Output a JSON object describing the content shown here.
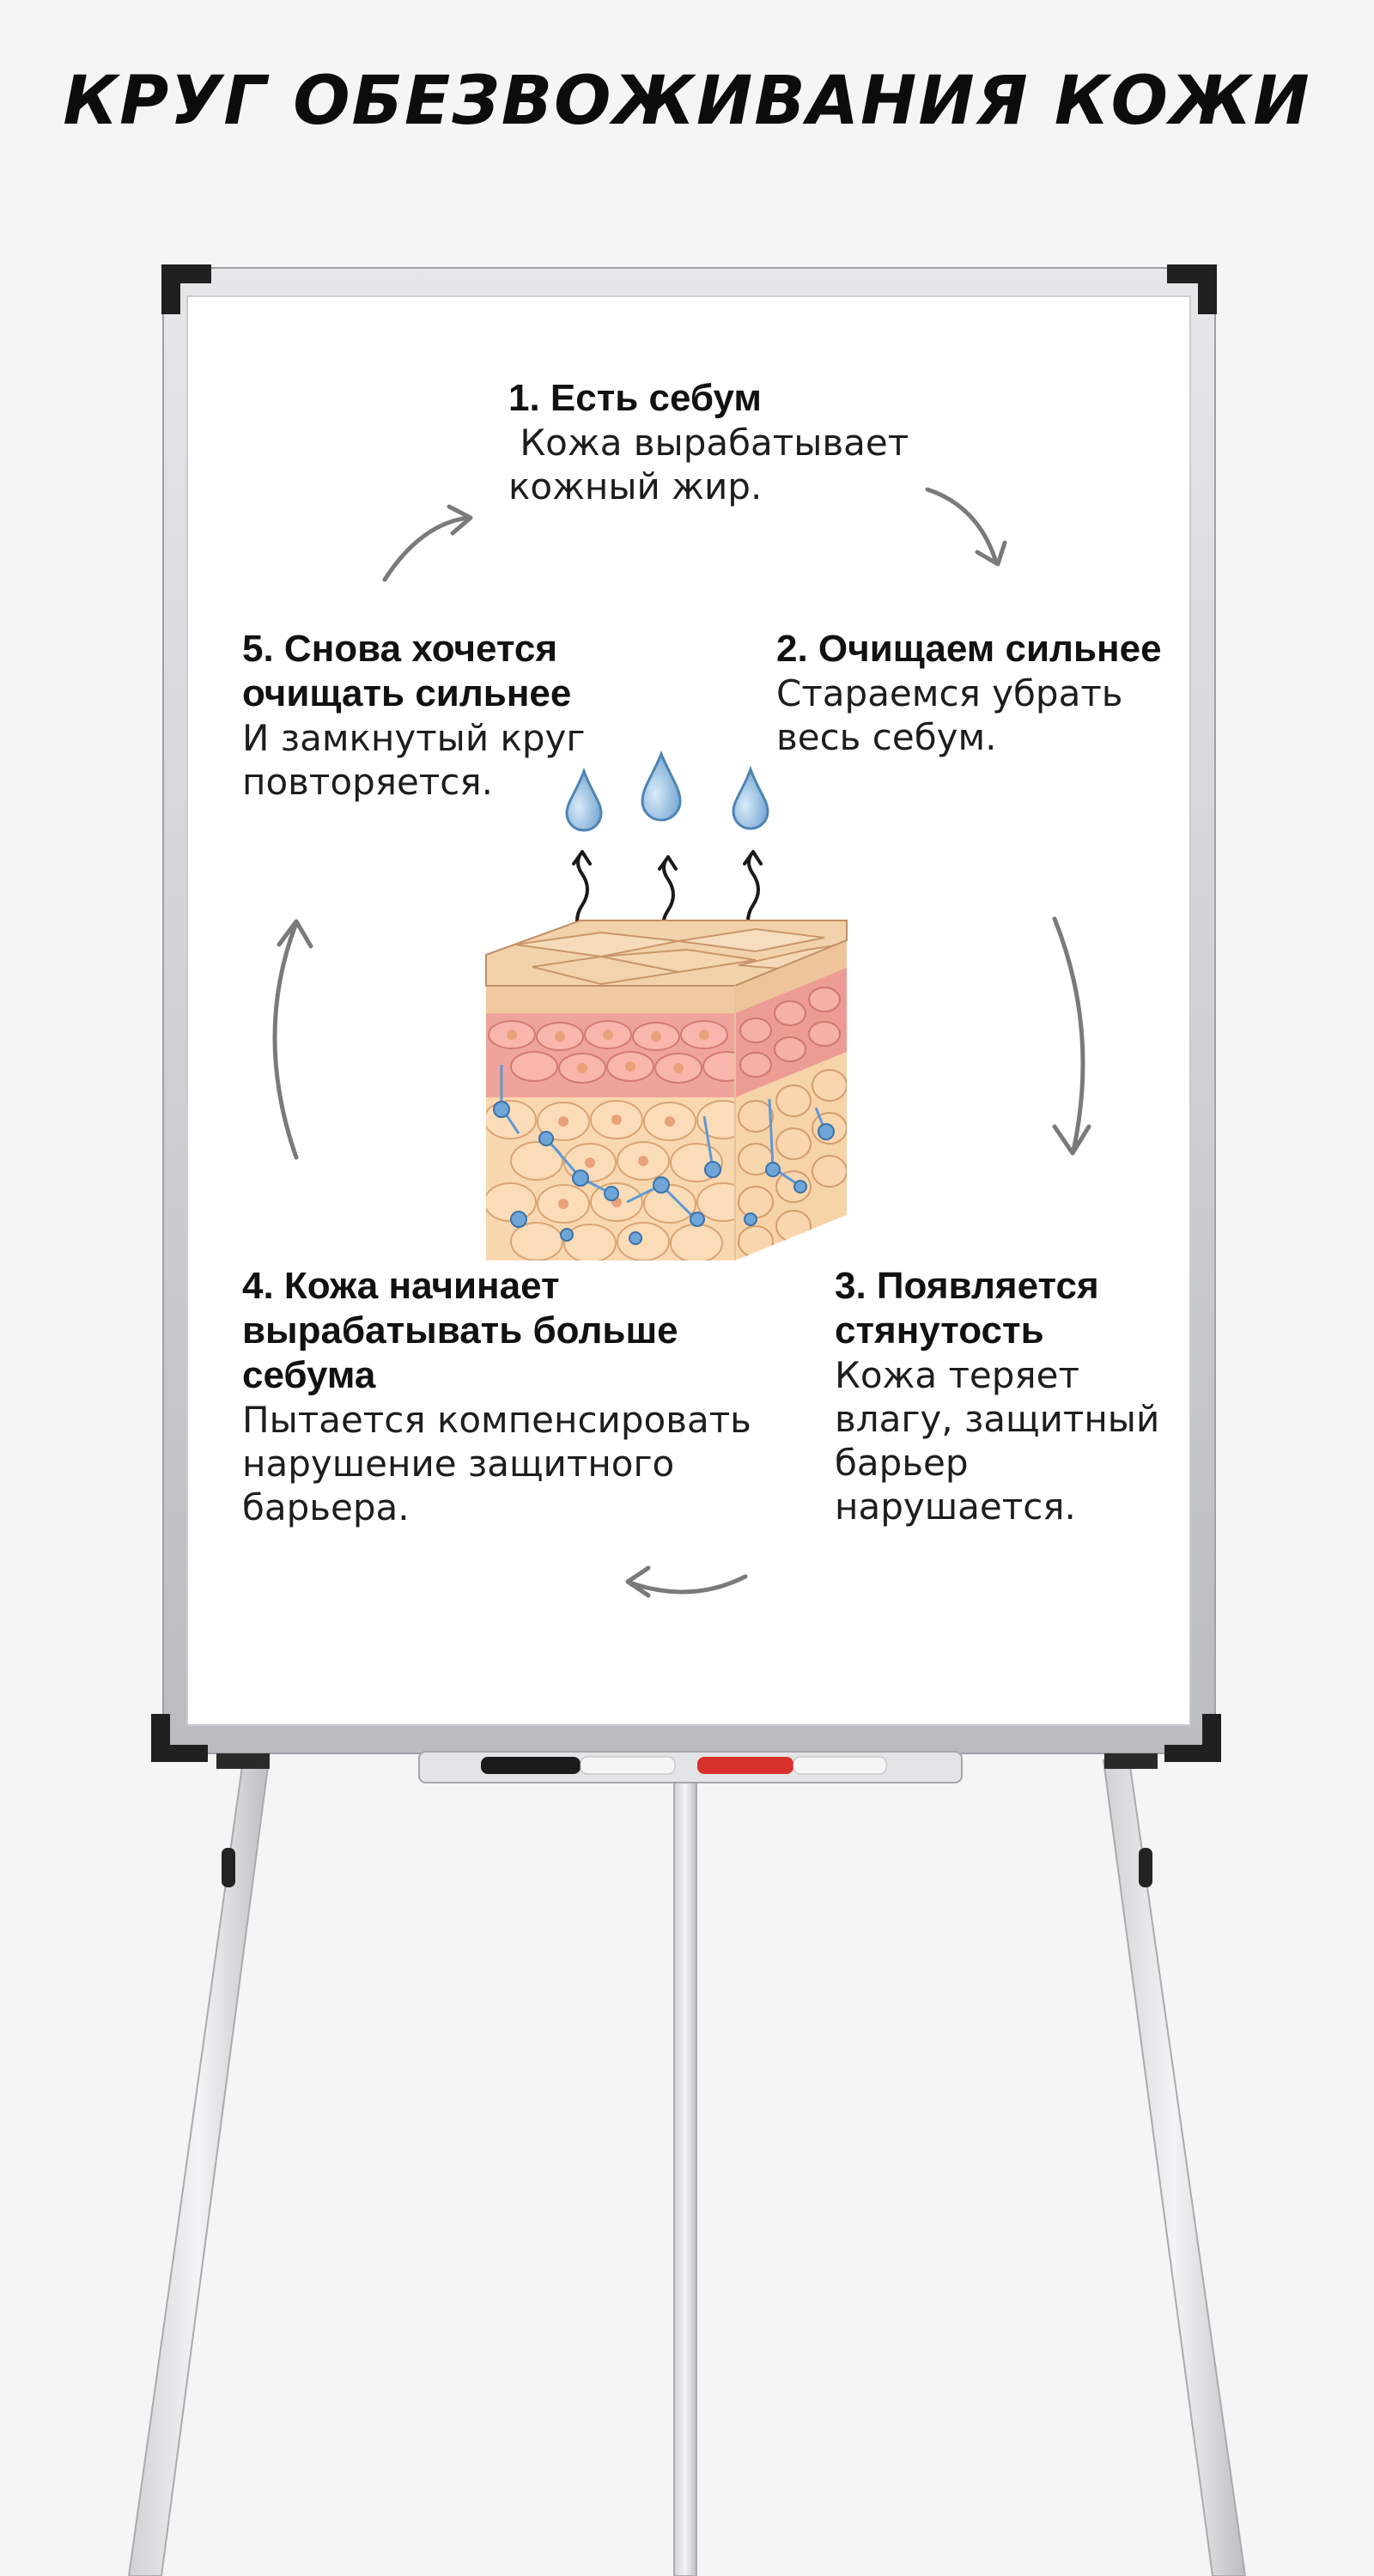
{
  "title": "Круг обезвоживания кожи",
  "steps": [
    {
      "title": "1. Есть себум",
      "body": " Кожа вырабатывает кожный жир."
    },
    {
      "title": "2. Очищаем сильнее",
      "body": "Стараемся убрать весь себум."
    },
    {
      "title": "3. Появляется стянутость",
      "body": "Кожа теряет влагу, защитный барьер нарушается."
    },
    {
      "title": "4. Кожа начинает вырабатывать больше себума",
      "body": "Пытается компенсировать нарушение защитного барьера."
    },
    {
      "title": "5. Снова хочется очищать сильнее",
      "body": "И замкнутый круг повторяется."
    }
  ],
  "colors": {
    "frame": "#d2d4d6",
    "board": "#ffffff",
    "corner": "#222222",
    "arrow": "#7a7a7a",
    "marker_red": "#d8302a",
    "droplet": "#8fb9dc",
    "skin_top": "#f3d0a6",
    "skin_mid": "#f1a7a0",
    "skin_low": "#f7cf9f",
    "cell_dot": "#5f99d3"
  }
}
